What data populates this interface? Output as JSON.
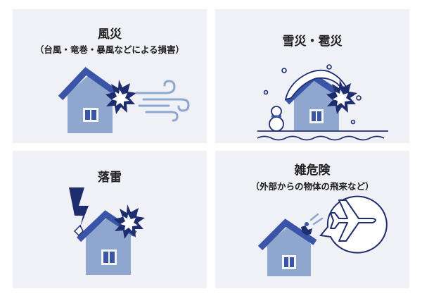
{
  "panels": [
    {
      "title": "風災",
      "subtitle": "（台風・竜巻・暴風などによる損害）"
    },
    {
      "title": "雪災・雹災"
    },
    {
      "title": "落雷"
    },
    {
      "title": "雑危険",
      "subtitle": "（外部からの物体の飛来など）"
    }
  ],
  "colors": {
    "panel_bg": "#f0f1f6",
    "roof": "#3a55a8",
    "house": "#8fa6cf",
    "window_frame": "#f4f6fa",
    "navy": "#1e2d6e",
    "wind": "#8fa6cf"
  },
  "icons": [
    "house-icon",
    "impact-burst-icon",
    "wind-icon",
    "snow-icon",
    "snowman-icon",
    "lightning-bolt-icon",
    "airplane-icon",
    "speech-bubble-icon"
  ]
}
